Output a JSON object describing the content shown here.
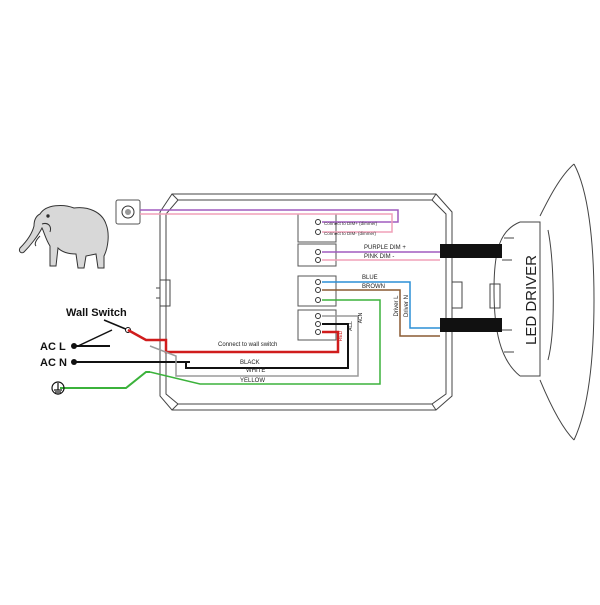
{
  "labels": {
    "wall_switch": "Wall Switch",
    "ac_l": "AC  L",
    "ac_n": "AC  N",
    "connect_dim_plus": "Connect to DIM+ (dimmer)",
    "connect_dim_minus": "Connect to DIM- (dimmer)",
    "purple_dim": "PURPLE  DIM +",
    "pink_dim": "PINK  DIM -",
    "blue": "BLUE",
    "brown": "BROWN",
    "driver_l": "Driver L",
    "driver_n": "Driver N",
    "connect_wall_switch": "Connect to wall switch",
    "black": "BLACK",
    "white": "WHITE",
    "yellow": "YELLOW",
    "red": "RED",
    "acl": "ACL",
    "acn": "ACN",
    "led_driver": "LED DRIVER"
  },
  "icons": {
    "elephant": "elephant-icon",
    "dimmer_knob": "dimmer-knob-icon",
    "ground": "ground-icon"
  },
  "colors": {
    "red": "#d01c1c",
    "black": "#111111",
    "white_wire": "#9a9a9a",
    "yellow_green": "#3bb23b",
    "blue": "#2b8fd6",
    "brown": "#8a5a32",
    "purple": "#a05bbf",
    "pink": "#f0a0b8",
    "outline": "#444444"
  }
}
